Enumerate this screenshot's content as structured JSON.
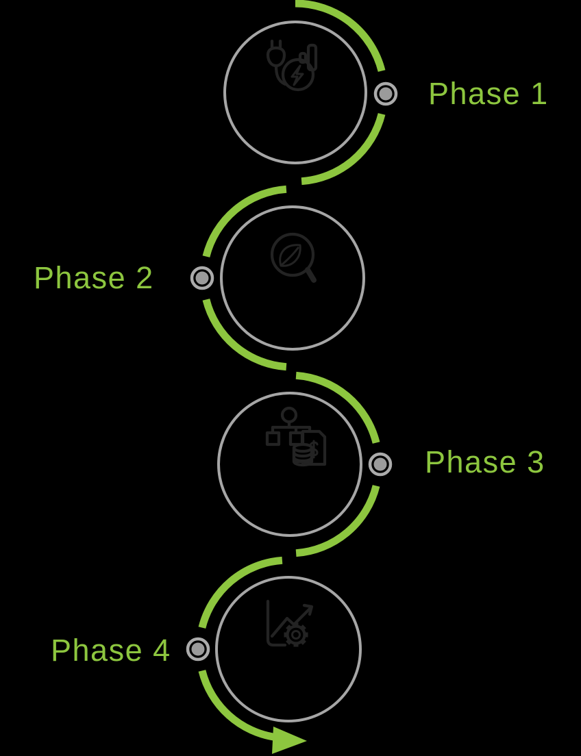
{
  "phases": [
    {
      "label": "Phase 1",
      "icon": "plug-energy-meter-icon",
      "side": "right"
    },
    {
      "label": "Phase 2",
      "icon": "leaf-magnifier-icon",
      "side": "left"
    },
    {
      "label": "Phase 3",
      "icon": "finance-hierarchy-icon",
      "side": "right"
    },
    {
      "label": "Phase 4",
      "icon": "growth-chart-gear-icon",
      "side": "left"
    }
  ],
  "colors": {
    "background": "#000000",
    "accent_green": "#8dc63f",
    "circle_gray": "#a6a6a6",
    "marker_ring": "#ababab",
    "marker_dot": "#9b9b9b",
    "icon_stroke": "#232323"
  }
}
